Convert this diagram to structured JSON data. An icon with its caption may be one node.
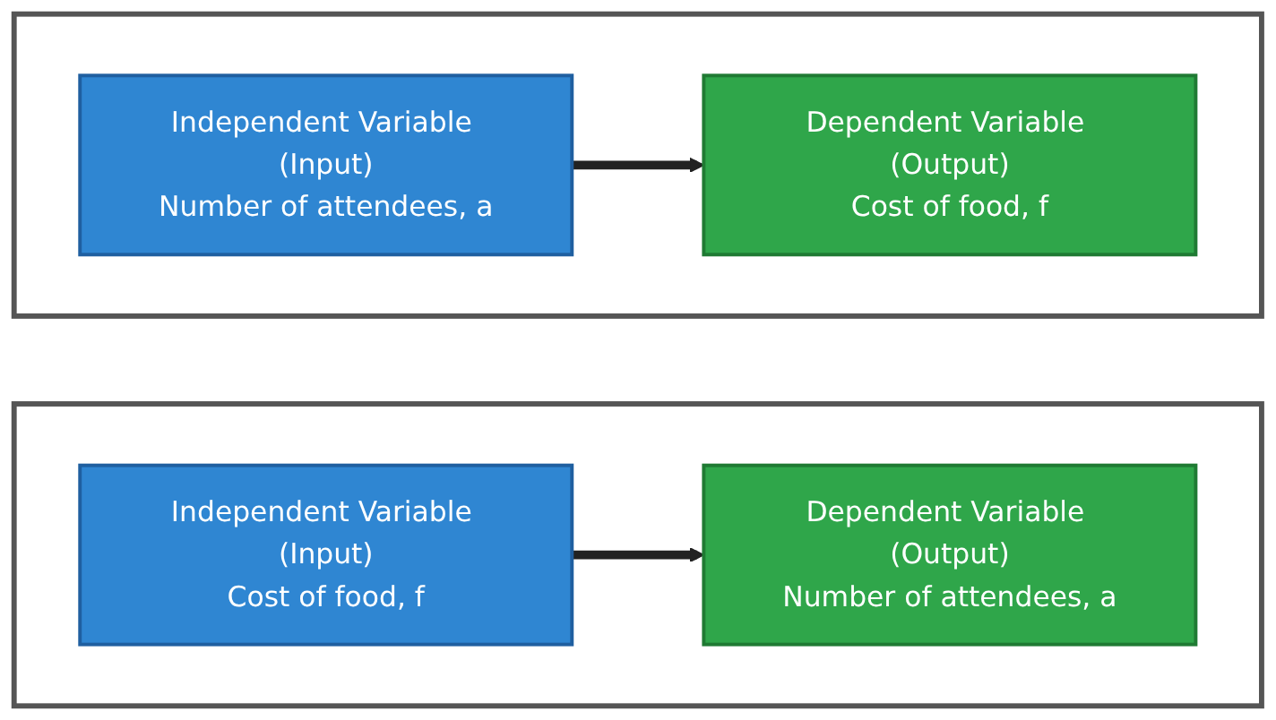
{
  "diagram": {
    "nodes": [
      {
        "text": [],
        "shape": "box"
      },
      {
        "text": [
          "Independent Variable (Input)",
          "Number of attendees, a"
        ],
        "in": 0
      },
      {
        "text": [
          "Dependent Variable (Output)",
          "Cost of food, f"
        ],
        "in": 0
      },
      {
        "text": [],
        "shape": "box"
      },
      {
        "text": [
          "Independent Variable (Input)",
          "Cost of food, f"
        ],
        "in": 3
      },
      {
        "text": [
          "Dependent Variable (Output)",
          "Number of attendees, a"
        ],
        "in": 3
      }
    ],
    "edges": [
      {
        "from": 1,
        "to": 2,
        "arrow": "to"
      },
      {
        "from": 4,
        "to": 5,
        "arrow": "to"
      }
    ]
  }
}
